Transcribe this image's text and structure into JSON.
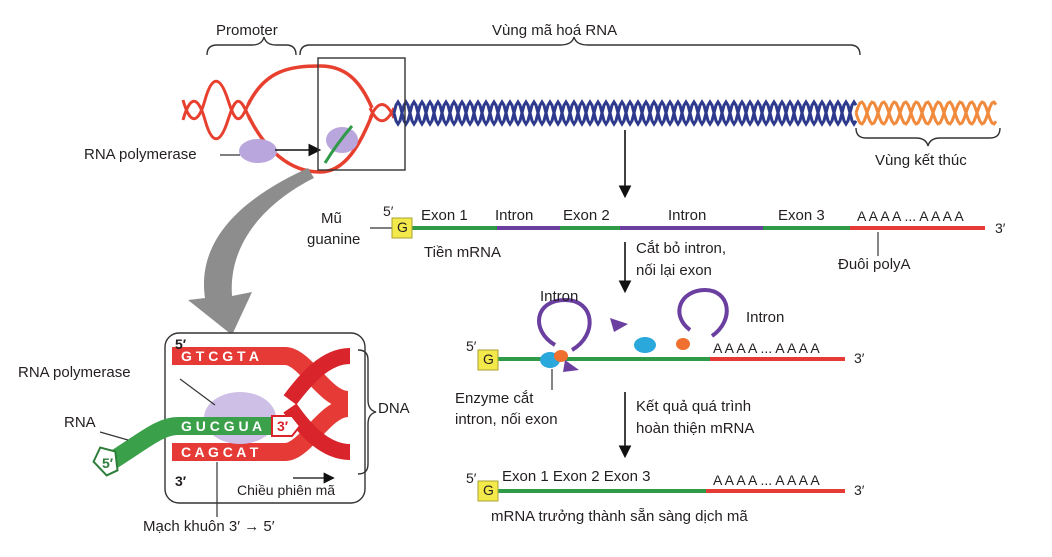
{
  "labels": {
    "promoter": "Promoter",
    "coding_region": "Vùng mã hoá RNA",
    "rna_polymerase_top": "RNA polymerase",
    "termination": "Vùng kết thúc",
    "cap_line1": "Mũ",
    "cap_line2": "guanine",
    "five_prime_a": "5′",
    "g_cap_a": "G",
    "exon1": "Exon 1",
    "intron_a": "Intron",
    "exon2": "Exon 2",
    "intron_b": "Intron",
    "exon3": "Exon 3",
    "polya_a": "A A A A ... A A A A",
    "three_prime_a": "3′",
    "pre_mrna": "Tiền mRNA",
    "step1_line1": "Cắt bỏ intron,",
    "step1_line2": "nối lại exon",
    "polya_tail": "Đuôi polyA",
    "intron_c": "Intron",
    "intron_d": "Intron",
    "five_prime_b": "5′",
    "g_cap_b": "G",
    "polya_b": "A A A A ... A A A A",
    "three_prime_b": "3′",
    "enzyme_line1": "Enzyme cắt",
    "enzyme_line2": "intron, nối exon",
    "step2_line1": "Kết quả quá trình",
    "step2_line2": "hoàn thiện mRNA",
    "five_prime_c": "5′",
    "g_cap_c": "G",
    "mature_exons": "Exon 1 Exon 2   Exon 3",
    "polya_c": "A A A A ... A A A A",
    "three_prime_c": "3′",
    "mature_mrna": "mRNA trưởng thành sẵn sàng dịch mã",
    "inset_rna_polymerase": "RNA polymerase",
    "inset_rna": "RNA",
    "inset_dna": "DNA",
    "inset_5prime_top": "5′",
    "inset_3prime_bottom": "3′",
    "seq_top": "G T C G T A",
    "seq_rna": "G U C G U A",
    "seq_bottom": "C A G C A T",
    "rna_3prime": "3′",
    "rna_5prime": "5′",
    "direction": "Chiều phiên mã",
    "template_strand": "Mạch khuôn 3′ → 5′"
  },
  "colors": {
    "promoter_dna": "#e8402f",
    "coding_dna": "#2e3a8c",
    "terminator_dna": "#f08a3c",
    "exon": "#2f9a48",
    "intron": "#6a3fa0",
    "polya": "#e53a35",
    "cap": "#f3e94a",
    "polymerase": "#b9a6dc",
    "big_arrow": "#8a8a8a"
  }
}
